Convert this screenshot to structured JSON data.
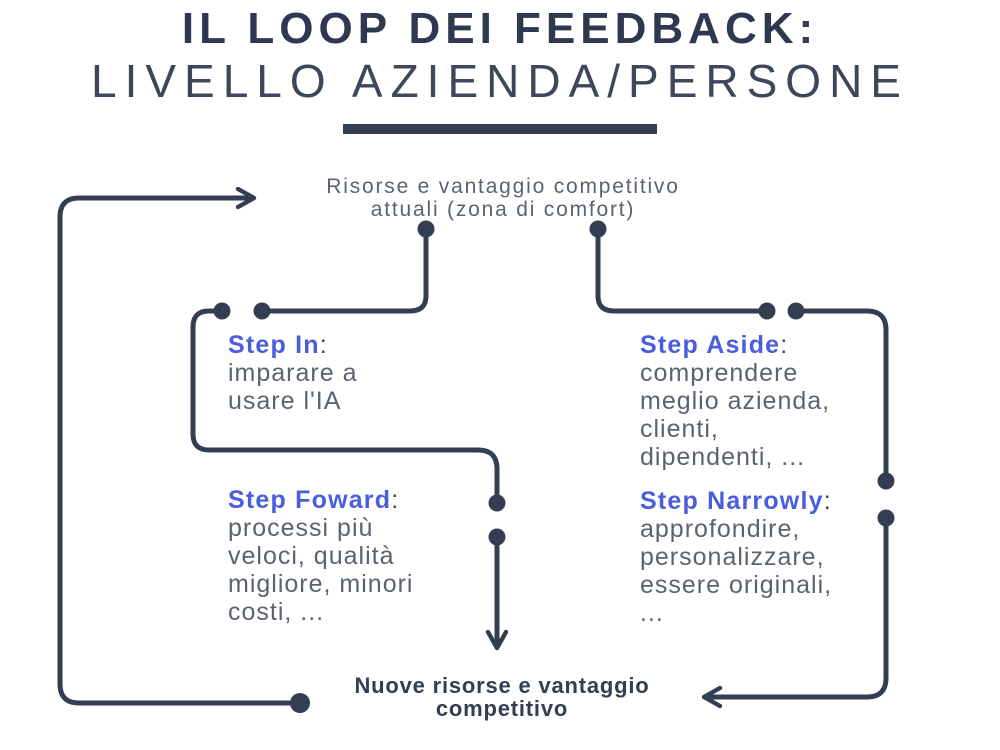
{
  "title": {
    "line1": "IL LOOP DEI FEEDBACK:",
    "line2": "LIVELLO AZIENDA/PERSONE"
  },
  "nodes": {
    "current": "Risorse e vantaggio competitivo\nattuali (zona di comfort)",
    "new": "Nuove risorse e vantaggio\ncompetitivo"
  },
  "steps": [
    {
      "label": "Step In",
      "colon": ":",
      "desc": "imparare a\nusare l'IA"
    },
    {
      "label": "Step Aside",
      "colon": ":",
      "desc": "comprendere\nmeglio azienda,\nclienti,\ndipendenti, ..."
    },
    {
      "label": "Step Foward",
      "colon": ":",
      "desc": "processi più\nveloci, qualità\nmigliore, minori\ncosti, ..."
    },
    {
      "label": "Step Narrowly",
      "colon": ":",
      "desc": "approfondire,\npersonalizzare,\nessere originali,\n..."
    }
  ],
  "colors": {
    "line": "#333e52",
    "accent_blue": "#4a5ce0",
    "text_gray": "#5b6270",
    "title_dark": "#2e3950"
  }
}
